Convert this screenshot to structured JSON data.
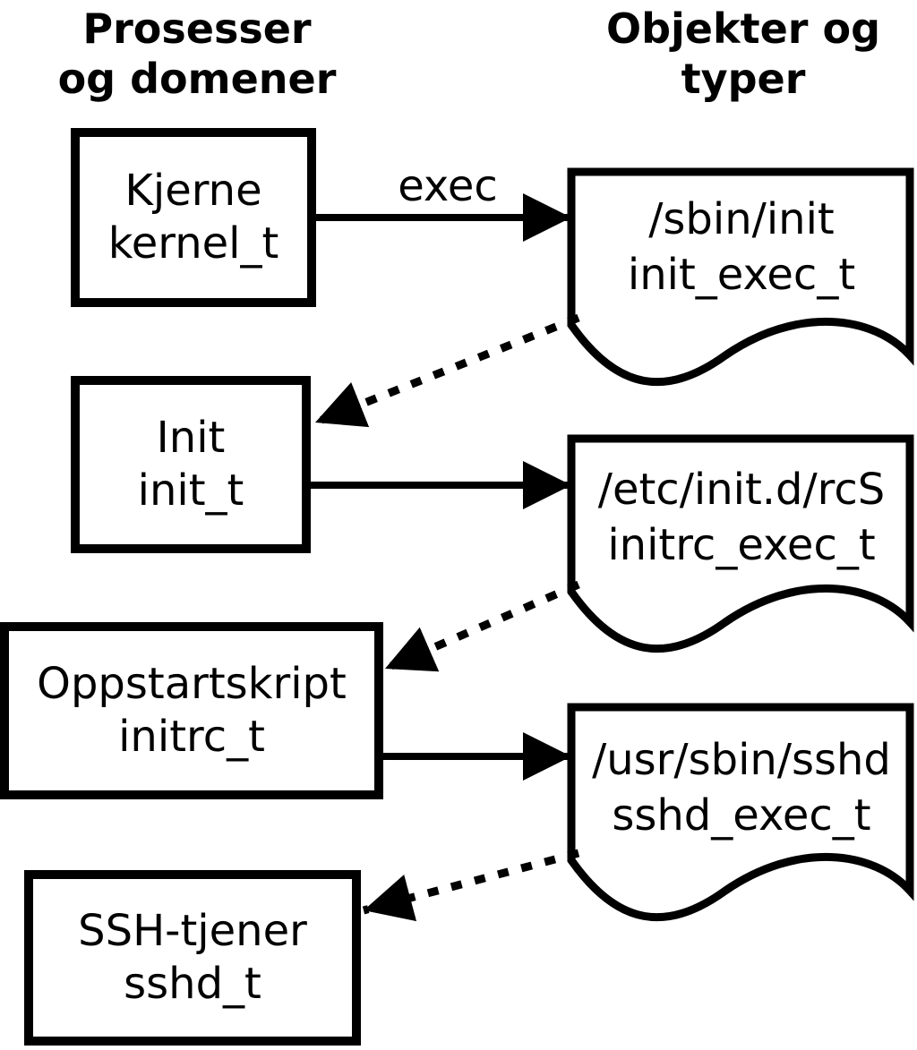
{
  "headings": {
    "processes": {
      "line1": "Prosesser",
      "line2": "og domener"
    },
    "objects": {
      "line1": "Objekter og",
      "line2": "typer"
    }
  },
  "process_boxes": [
    {
      "name": "Kjerne",
      "type": "kernel_t"
    },
    {
      "name": "Init",
      "type": "init_t"
    },
    {
      "name": "Oppstartskript",
      "type": "initrc_t"
    },
    {
      "name": "SSH-tjener",
      "type": "sshd_t"
    }
  ],
  "object_docs": [
    {
      "path": "/sbin/init",
      "type": "init_exec_t"
    },
    {
      "path": "/etc/init.d/rcS",
      "type": "initrc_exec_t"
    },
    {
      "path": "/usr/sbin/sshd",
      "type": "sshd_exec_t"
    }
  ],
  "edge_labels": {
    "exec": "exec"
  },
  "colors": {
    "ink": "#000000",
    "background": "#ffffff"
  }
}
